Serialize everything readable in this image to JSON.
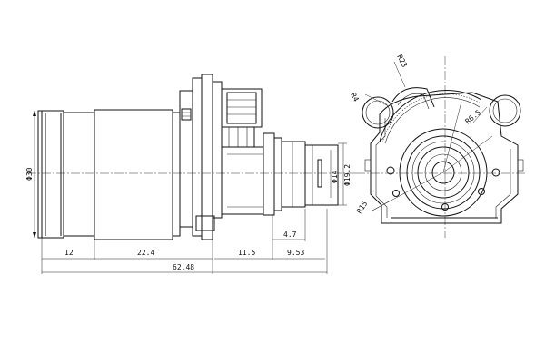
{
  "side_view": {
    "dim_diameter_body": "Φ30",
    "dim_len_a": "12",
    "dim_len_b": "22.4",
    "dim_len_c": "11.5",
    "dim_len_d": "4.7",
    "dim_len_e": "9.53",
    "dim_total": "62.48",
    "dim_diameter_shaft": "Φ14",
    "dim_diameter_outlet": "Φ19.2"
  },
  "end_view": {
    "dim_r4": "R4",
    "dim_r23": "R23",
    "dim_r15": "R15",
    "dim_r6_5": "R6.5"
  },
  "colors": {
    "line": "#111111",
    "background": "#ffffff"
  }
}
